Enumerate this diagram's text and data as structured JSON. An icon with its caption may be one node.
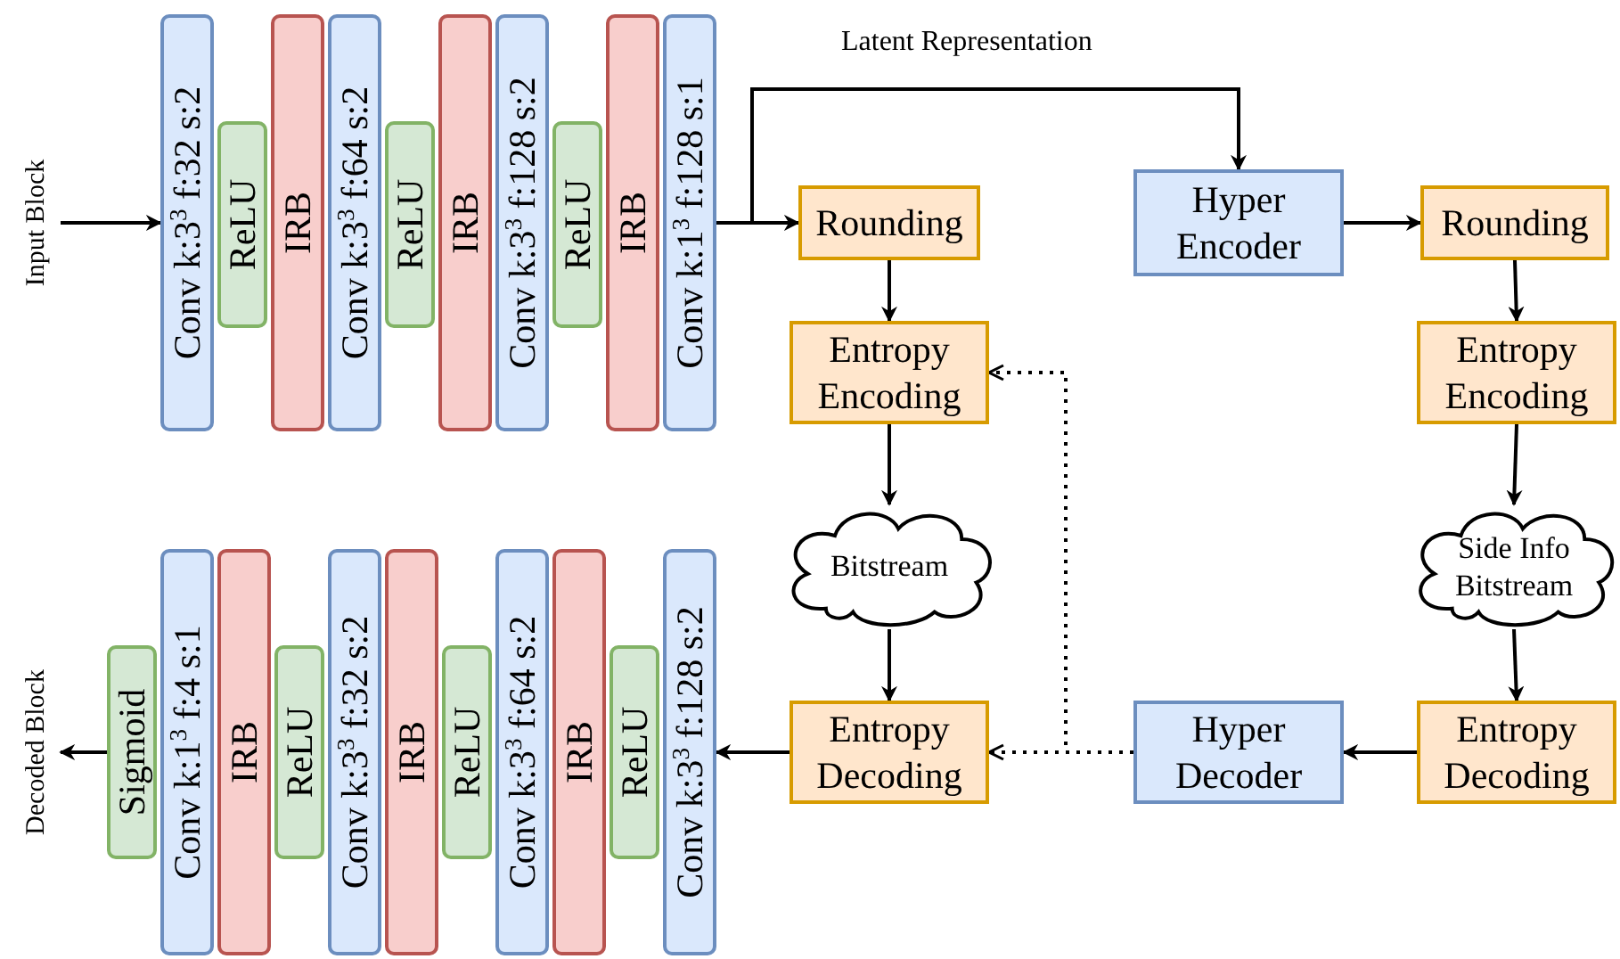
{
  "diagram": {
    "nodes": [
      {
        "text": [
          "Input Block"
        ]
      },
      {
        "text": [
          "Conv k:3$^{3}$ f:32 s:2"
        ]
      },
      {
        "text": [
          "ReLU"
        ]
      },
      {
        "text": [
          "IRB"
        ]
      },
      {
        "text": [
          "Conv k:3$^{3}$ f:64 s:2"
        ]
      },
      {
        "text": [
          "ReLU"
        ]
      },
      {
        "text": [
          "IRB"
        ]
      },
      {
        "text": [
          "Conv k:3$^{3}$ f:128 s:2"
        ]
      },
      {
        "text": [
          "ReLU"
        ]
      },
      {
        "text": [
          "IRB"
        ]
      },
      {
        "text": [
          "Conv k:1$^{3}$ f:128 s:1"
        ]
      },
      {
        "text": [
          "Rounding"
        ]
      },
      {
        "text": [
          "Entropy Encoding"
        ]
      },
      {
        "text": [
          "Bitstream"
        ]
      },
      {
        "text": [
          "Entropy Decoding"
        ]
      },
      {
        "text": [
          "Hyper Encoder"
        ]
      },
      {
        "text": [
          "Rounding"
        ]
      },
      {
        "text": [
          "Entropy Encoding"
        ]
      },
      {
        "text": [
          "Side Info Bitstream"
        ]
      },
      {
        "text": [
          "Entropy Decoding"
        ]
      },
      {
        "text": [
          "Hyper Decoder"
        ]
      },
      {
        "text": [
          "Decoded Block"
        ]
      },
      {
        "text": [
          "Sigmoid"
        ]
      },
      {
        "text": [
          "Conv k:1$^{3}$ f:4 s:1"
        ]
      },
      {
        "text": [
          "IRB"
        ]
      },
      {
        "text": [
          "ReLU"
        ]
      },
      {
        "text": [
          "Conv k:3$^{3}$ f:32 s:2"
        ]
      },
      {
        "text": [
          "IRB"
        ]
      },
      {
        "text": [
          "ReLU"
        ]
      },
      {
        "text": [
          "Conv k:3$^{3}$ f:64 s:2"
        ]
      },
      {
        "text": [
          "IRB"
        ]
      },
      {
        "text": [
          "ReLU"
        ]
      },
      {
        "text": [
          "Conv k:3$^{3}$ f:128 s:2"
        ]
      }
    ],
    "edges": [
      {
        "from": 0,
        "to": 1,
        "arrow": "to"
      },
      {
        "from": 10,
        "to": 11,
        "arrow": "to"
      },
      {
        "from": 10,
        "to": 15,
        "arrow": "to",
        "label": "Latent Representation"
      },
      {
        "from": 11,
        "to": 12,
        "arrow": "to"
      },
      {
        "from": 12,
        "to": 13,
        "arrow": "to"
      },
      {
        "from": 13,
        "to": 14,
        "arrow": "to"
      },
      {
        "from": 15,
        "to": 16,
        "arrow": "to"
      },
      {
        "from": 16,
        "to": 17,
        "arrow": "to"
      },
      {
        "from": 17,
        "to": 18,
        "arrow": "to"
      },
      {
        "from": 18,
        "to": 19,
        "arrow": "to"
      },
      {
        "from": 19,
        "to": 20,
        "arrow": "to"
      },
      {
        "from": 20,
        "to": 14,
        "arrow": "to",
        "style": "dashed"
      },
      {
        "from": 20,
        "to": 12,
        "arrow": "to",
        "style": "dashed"
      },
      {
        "from": 14,
        "to": 32,
        "arrow": "to"
      },
      {
        "from": 22,
        "to": 21,
        "arrow": "to"
      }
    ]
  }
}
